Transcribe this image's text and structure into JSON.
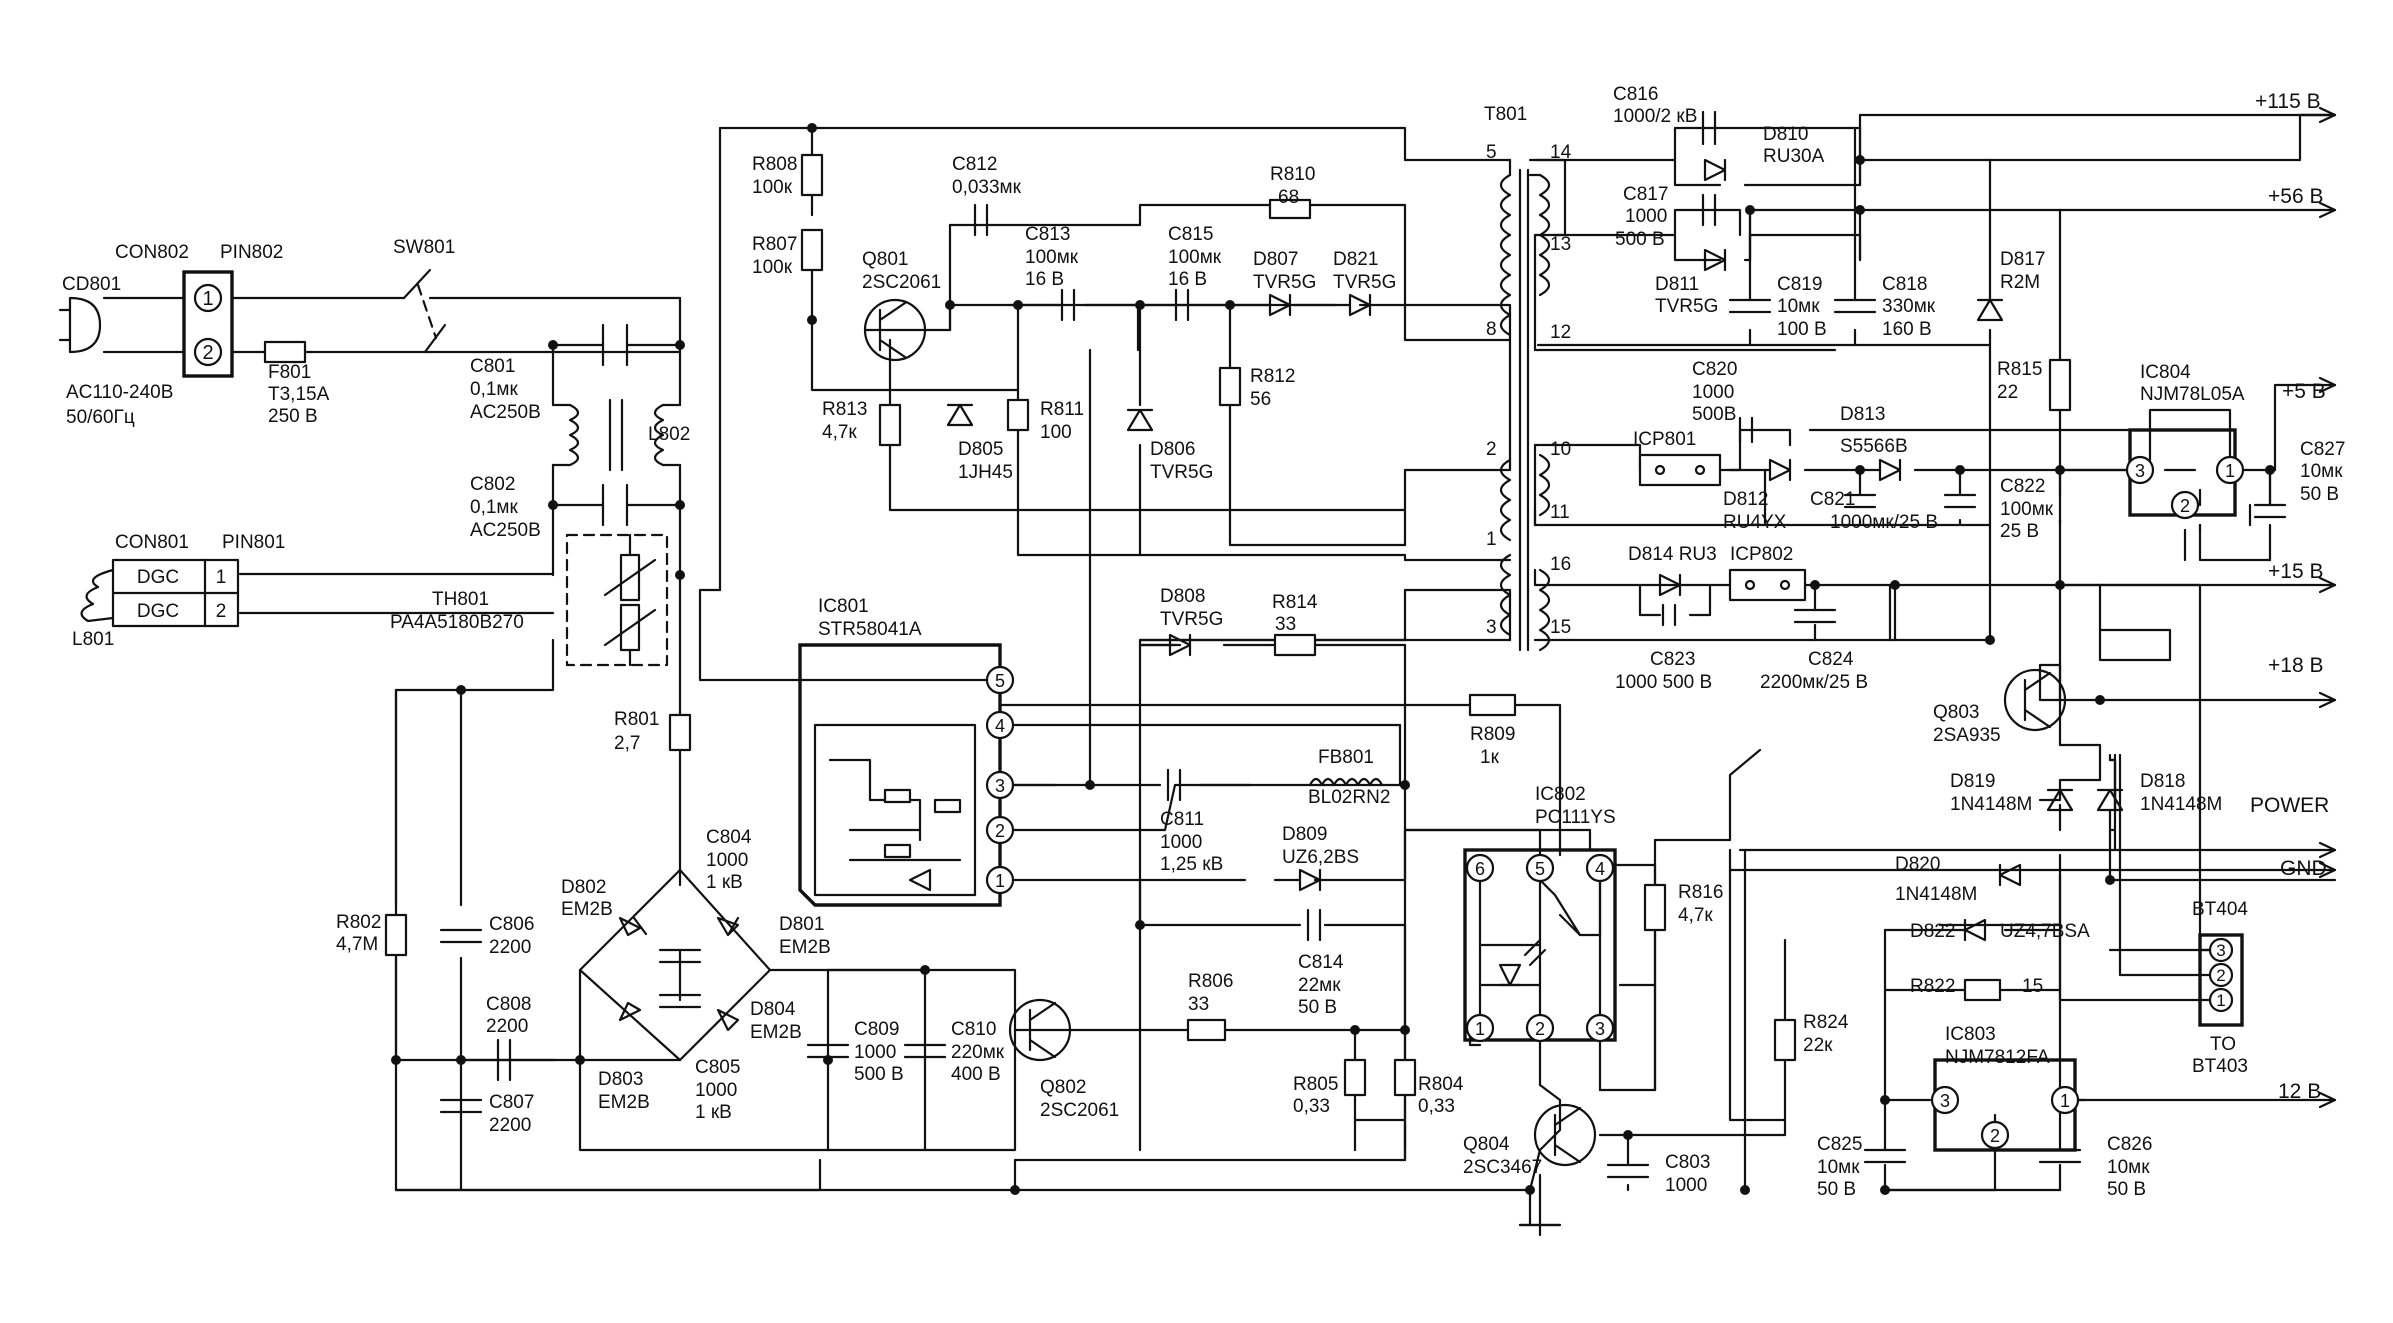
{
  "labels": {
    "CD801": "CD801",
    "CON802": "CON802",
    "PIN802": "PIN802",
    "SW801": "SW801",
    "AC_IN1": "AC110-240В",
    "AC_IN2": "50/60Гц",
    "F801": "F801",
    "F801_V": "Т3,15А",
    "F801_V2": "250 В",
    "C801": "C801",
    "C801_V": "0,1мк",
    "C801_V2": "AC250B",
    "C802": "C802",
    "C802_V": "0,1мк",
    "C802_V2": "AC250B",
    "L802": "L802",
    "CON801": "CON801",
    "PIN801": "PIN801",
    "DGC1": "DGC",
    "DGC2": "DGC",
    "P1": "1",
    "P2": "2",
    "L801": "L801",
    "TH801": "TH801",
    "TH801_V": "PA4A5180B270",
    "R801": "R801",
    "R801_V": "2,7",
    "R802": "R802",
    "R802_V": "4,7M",
    "C806": "C806",
    "C806_V": "2200",
    "C808": "C808",
    "C808_V": "2200",
    "C807": "C807",
    "C807_V": "2200",
    "D802": "D802",
    "D802_V": "EM2B",
    "D803": "D803",
    "D803_V": "EM2B",
    "C804": "C804",
    "C804_V": "1000",
    "C804_V2": "1 кВ",
    "C805": "C805",
    "C805_V": "1000",
    "C805_V2": "1 кВ",
    "D801": "D801",
    "D801_V": "EM2B",
    "D804": "D804",
    "D804_V": "EM2B",
    "C809": "C809",
    "C809_V": "1000",
    "C809_V2": "500 В",
    "C810": "C810",
    "C810_V": "220мк",
    "C810_V2": "400 В",
    "Q802": "Q802",
    "Q802_V": "2SC2061",
    "R806": "R806",
    "R806_V": "33",
    "R805": "R805",
    "R805_V": "0,33",
    "R804": "R804",
    "R804_V": "0,33",
    "IC801": "IC801",
    "IC801_V": "STR58041A",
    "R808": "R808",
    "R808_V": "100к",
    "R807": "R807",
    "R807_V": "100к",
    "C812": "C812",
    "C812_V": "0,033мк",
    "R810": "R810",
    "R810_V": "68",
    "Q801": "Q801",
    "Q801_V": "2SC2061",
    "C813": "C813",
    "C813_V": "100мк",
    "C813_V2": "16 В",
    "C815": "C815",
    "C815_V": "100мк",
    "C815_V2": "16 В",
    "D807": "D807",
    "D807_V": "TVR5G",
    "D821": "D821",
    "D821_V": "TVR5G",
    "R813": "R813",
    "R813_V": "4,7к",
    "D805": "D805",
    "D805_V": "1JH45",
    "R811": "R811",
    "R811_V": "100",
    "D806": "D806",
    "D806_V": "TVR5G",
    "R812": "R812",
    "R812_V": "56",
    "D808": "D808",
    "D808_V": "TVR5G",
    "R814": "R814",
    "R814_V": "33",
    "C811": "C811",
    "C811_V": "1000",
    "C811_V2": "1,25 кВ",
    "FB801": "FB801",
    "FB801_V": "BL02RN2",
    "D809": "D809",
    "D809_V": "UZ6,2BS",
    "C814": "C814",
    "C814_V": "22мк",
    "C814_V2": "50 В",
    "R809": "R809",
    "R809_V": "1к",
    "IC802": "IC802",
    "IC802_V": "PC111YS",
    "R816": "R816",
    "R816_V": "4,7к",
    "Q804": "Q804",
    "Q804_V": "2SC3467",
    "C803": "C803",
    "C803_V": "1000",
    "T801": "T801",
    "T5": "5",
    "T8": "8",
    "T2": "2",
    "T1": "1",
    "T3": "3",
    "T14": "14",
    "T13": "13",
    "T12": "12",
    "T10": "10",
    "T11": "11",
    "T16": "16",
    "T15": "15",
    "C816": "C816",
    "C816_V": "1000/2 кВ",
    "D810": "D810",
    "D810_V": "RU30A",
    "C817": "C817",
    "C817_V": "1000",
    "C817_V2": "500 В",
    "D811": "D811",
    "D811_V": "TVR5G",
    "C819": "C819",
    "C819_V": "10мк",
    "C819_V2": "100 В",
    "C818": "C818",
    "C818_V": "330мк",
    "C818_V2": "160 В",
    "D817": "D817",
    "D817_V": "R2M",
    "R815": "R815",
    "R815_V": "22",
    "C820": "C820",
    "C820_V": "1000",
    "C820_V2": "500В",
    "D813": "D813",
    "D813_V": "S5566B",
    "ICP801": "ICP801",
    "D812": "D812",
    "D812_V": "RU4YX",
    "C821": "C821",
    "C821_V": "1000мк/25 В",
    "C822": "C822",
    "C822_V": "100мк",
    "C822_V2": "25 В",
    "IC804": "IC804",
    "IC804_V": "NJM78L05A",
    "C827": "C827",
    "C827_V": "10мк",
    "C827_V2": "50 В",
    "D814": "D814 RU3",
    "ICP802": "ICP802",
    "C823": "C823",
    "C823_V": "1000 500 В",
    "C824": "C824",
    "C824_V": "2200мк/25 В",
    "Q803": "Q803",
    "Q803_V": "2SA935",
    "D819": "D819",
    "D819_V": "1N4148M",
    "D818": "D818",
    "D818_V": "1N4148M",
    "D820": "D820",
    "D820_V": "1N4148M",
    "D822": "D822",
    "D822_V": "UZ4,7BSA",
    "R822": "R822",
    "R822_V": "15",
    "BT404": "BT404",
    "TO": "TO",
    "BT403": "BT403",
    "R824": "R824",
    "R824_V": "22к",
    "IC803": "IC803",
    "IC803_V": "NJM7812FA",
    "C825": "C825",
    "C825_V": "10мк",
    "C825_V2": "50 В",
    "C826": "C826",
    "C826_V": "10мк",
    "C826_V2": "50 В",
    "OUT115": "+115 В",
    "OUT56": "+56 В",
    "OUT5": "+5 В",
    "OUT15": "+15 В",
    "OUT18": "+18 В",
    "POWER": "POWER",
    "GND": "GND",
    "OUT12": "12 В"
  },
  "pins": {
    "ic801_5": "5",
    "ic801_4": "4",
    "ic801_3": "3",
    "ic801_2": "2",
    "ic801_1": "1",
    "ic802_6": "6",
    "ic802_5": "5",
    "ic802_4": "4",
    "ic802_1": "1",
    "ic802_2": "2",
    "ic802_3": "3",
    "ic804_3": "3",
    "ic804_1": "1",
    "ic804_2": "2",
    "ic803_3": "3",
    "ic803_1": "1",
    "ic803_2": "2",
    "bt_3": "3",
    "bt_2": "2",
    "bt_1": "1",
    "con802_1": "1",
    "con802_2": "2"
  }
}
